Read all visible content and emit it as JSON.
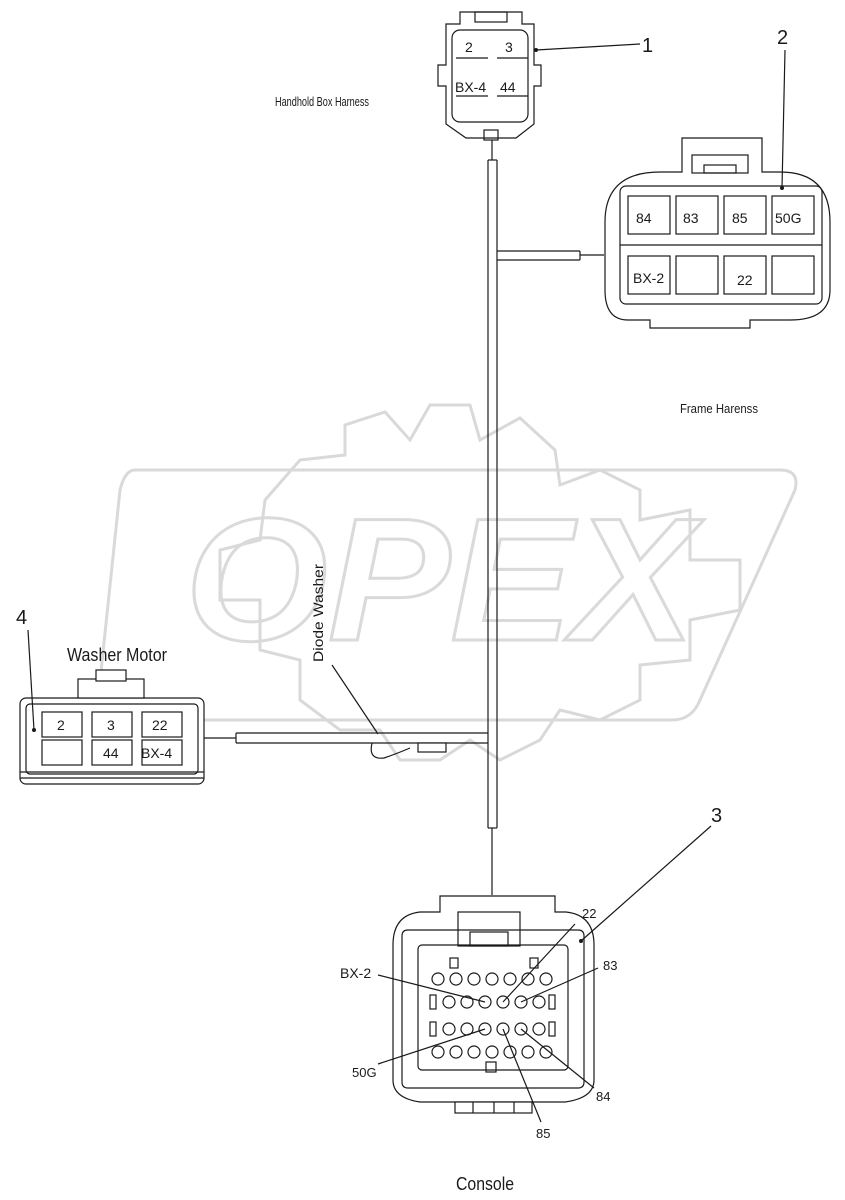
{
  "watermark": {
    "text": "OPEX"
  },
  "labels": {
    "handhold": "Handhold Box Harness",
    "frame": "Frame Harenss",
    "diode": "Diode Washer",
    "washer_motor": "Washer Motor",
    "console": "Console"
  },
  "callouts": {
    "c1": "1",
    "c2": "2",
    "c3": "3",
    "c4": "4"
  },
  "connector1": {
    "pins": [
      "2",
      "3",
      "BX-4",
      "44"
    ]
  },
  "connector2": {
    "pins": [
      "84",
      "83",
      "85",
      "50G",
      "BX-2",
      "",
      "22",
      ""
    ]
  },
  "connector4": {
    "pins": [
      "2",
      "3",
      "22",
      "",
      "44",
      "BX-4"
    ]
  },
  "connector3": {
    "pin_labels": {
      "p22": "22",
      "p83": "83",
      "bx2": "BX-2",
      "p50g": "50G",
      "p84": "84",
      "p85": "85"
    }
  }
}
